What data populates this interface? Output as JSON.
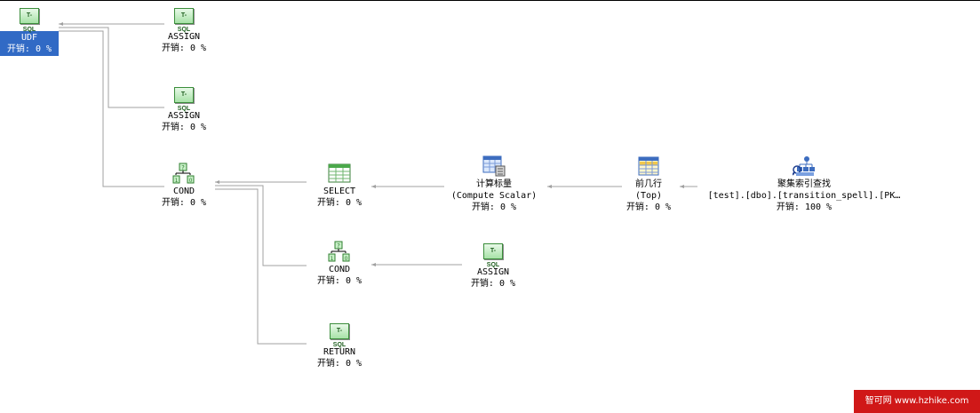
{
  "plan": {
    "nodes": {
      "udf": {
        "label": "UDF",
        "sublabel": "",
        "cost": "开销: 0 %",
        "icon": "tsql-icon",
        "selected": true
      },
      "assign1": {
        "label": "ASSIGN",
        "sublabel": "",
        "cost": "开销: 0 %",
        "icon": "tsql-icon"
      },
      "assign2": {
        "label": "ASSIGN",
        "sublabel": "",
        "cost": "开销: 0 %",
        "icon": "tsql-icon"
      },
      "cond1": {
        "label": "COND",
        "sublabel": "",
        "cost": "开销: 0 %",
        "icon": "cond-icon"
      },
      "select": {
        "label": "SELECT",
        "sublabel": "",
        "cost": "开销: 0 %",
        "icon": "select-icon"
      },
      "compute": {
        "label": "计算标量",
        "sublabel": "(Compute Scalar)",
        "cost": "开销: 0 %",
        "icon": "compute-scalar-icon"
      },
      "top": {
        "label": "前几行",
        "sublabel": "(Top)",
        "cost": "开销: 0 %",
        "icon": "top-icon"
      },
      "seek": {
        "label": "聚集索引查找",
        "sublabel": "[test].[dbo].[transition_spell].[PK…",
        "cost": "开销: 100 %",
        "icon": "clustered-index-seek-icon"
      },
      "cond2": {
        "label": "COND",
        "sublabel": "",
        "cost": "开销: 0 %",
        "icon": "cond-icon"
      },
      "assign3": {
        "label": "ASSIGN",
        "sublabel": "",
        "cost": "开销: 0 %",
        "icon": "tsql-icon"
      },
      "return": {
        "label": "RETURN",
        "sublabel": "",
        "cost": "开销: 0 %",
        "icon": "tsql-icon"
      }
    },
    "icon_text": "T-SQL",
    "colors": {
      "selection": "#316ac5",
      "connector": "#9a9a9a",
      "tsql_border": "#3b8e3b"
    }
  },
  "watermark": {
    "text": "智可网 www.hzhike.com"
  }
}
